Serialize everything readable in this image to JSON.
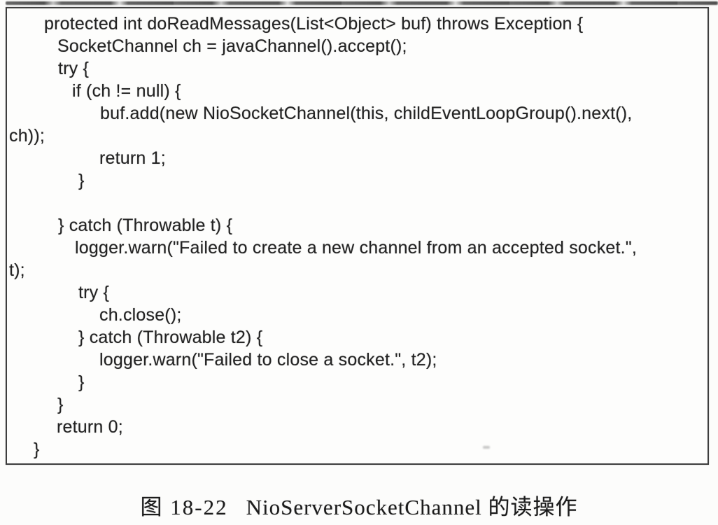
{
  "page": {
    "background_color": "#fcfcfb",
    "text_color": "#232323",
    "box_border_color": "#3e3e3e"
  },
  "code_box": {
    "language": "java",
    "lines": [
      {
        "indent": 53,
        "text": "protected int doReadMessages(List<Object> buf) throws Exception {"
      },
      {
        "indent": 72,
        "text": "SocketChannel ch = javaChannel().accept();"
      },
      {
        "indent": 73,
        "text": "try {"
      },
      {
        "indent": 93,
        "text": "if (ch != null) {"
      },
      {
        "indent": 133,
        "text": "buf.add(new NioSocketChannel(this, childEventLoopGroup().next(),"
      },
      {
        "indent": 3,
        "text": "ch));"
      },
      {
        "indent": 132,
        "text": "return 1;"
      },
      {
        "indent": 102,
        "text": "}"
      },
      {
        "indent": 0,
        "text": ""
      },
      {
        "indent": 73,
        "text": "} catch (Throwable t) {"
      },
      {
        "indent": 97,
        "text": "logger.warn(\"Failed to create a new channel from an accepted socket.\","
      },
      {
        "indent": 3,
        "text": "t);"
      },
      {
        "indent": 102,
        "text": "try {"
      },
      {
        "indent": 132,
        "text": "ch.close();"
      },
      {
        "indent": 102,
        "text": "} catch (Throwable t2) {"
      },
      {
        "indent": 132,
        "text": "logger.warn(\"Failed to close a socket.\", t2);"
      },
      {
        "indent": 102,
        "text": "}"
      },
      {
        "indent": 72,
        "text": "}"
      },
      {
        "indent": 71,
        "text": "return 0;"
      },
      {
        "indent": 38,
        "text": "}"
      }
    ]
  },
  "caption": {
    "figure_label": "图 18-22",
    "title": "NioServerSocketChannel 的读操作"
  }
}
